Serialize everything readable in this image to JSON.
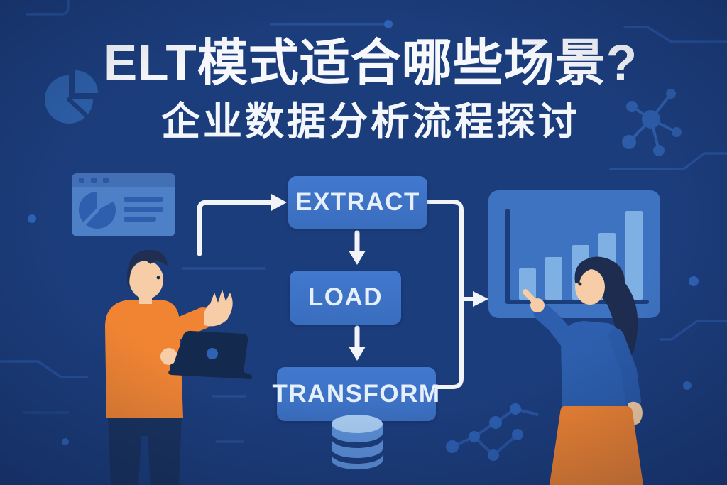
{
  "meta": {
    "type": "infographic-poster",
    "language": "zh-CN",
    "topic": "ELT data pipeline"
  },
  "header": {
    "title": "ELT模式适合哪些场景?",
    "subtitle": "企业数据分析流程探讨"
  },
  "flowchart": {
    "nodes": [
      {
        "id": "extract",
        "label": "EXTRACT"
      },
      {
        "id": "load",
        "label": "LOAD"
      },
      {
        "id": "transform",
        "label": "TRANSFORM"
      }
    ],
    "edges": [
      {
        "from": "source-left",
        "to": "extract"
      },
      {
        "from": "extract",
        "to": "load"
      },
      {
        "from": "load",
        "to": "transform"
      },
      {
        "from": "extract+transform",
        "to": "dashboard-panel"
      }
    ],
    "attached_icons": [
      "database-cylinder-below-transform"
    ]
  },
  "illustration": {
    "left_figure": "man-presenting-with-laptop",
    "right_figure": "woman-pointing-at-dashboard",
    "dashboard_panel": {
      "type": "bar",
      "bar_relative_heights": [
        44,
        60,
        77,
        94,
        125
      ],
      "axis": "L-shaped dark navy"
    },
    "browser_card": {
      "window_buttons": 3,
      "pie_chart": true,
      "text_lines": 3
    },
    "decorations": [
      "pie-chart-icon",
      "network-nodes-icon",
      "line-chart-dots-icon",
      "circuit-traces",
      "node-dots"
    ]
  },
  "colors": {
    "background": "#1c3d7c",
    "box_blue": "#3d72c6",
    "panel_blue": "#3e73c1",
    "card_blue": "#4d80c6",
    "bar_light": "#7fb0e4",
    "accent_orange": "#f08433",
    "dark_navy": "#16325f",
    "white": "#f4f7fb",
    "skin": "#f6cda6",
    "trace_blue": "#27539e",
    "pie_dark": "#2d5fae",
    "cylinder": "#5b8fd6",
    "cylinder_top": "#a9cbf0"
  }
}
